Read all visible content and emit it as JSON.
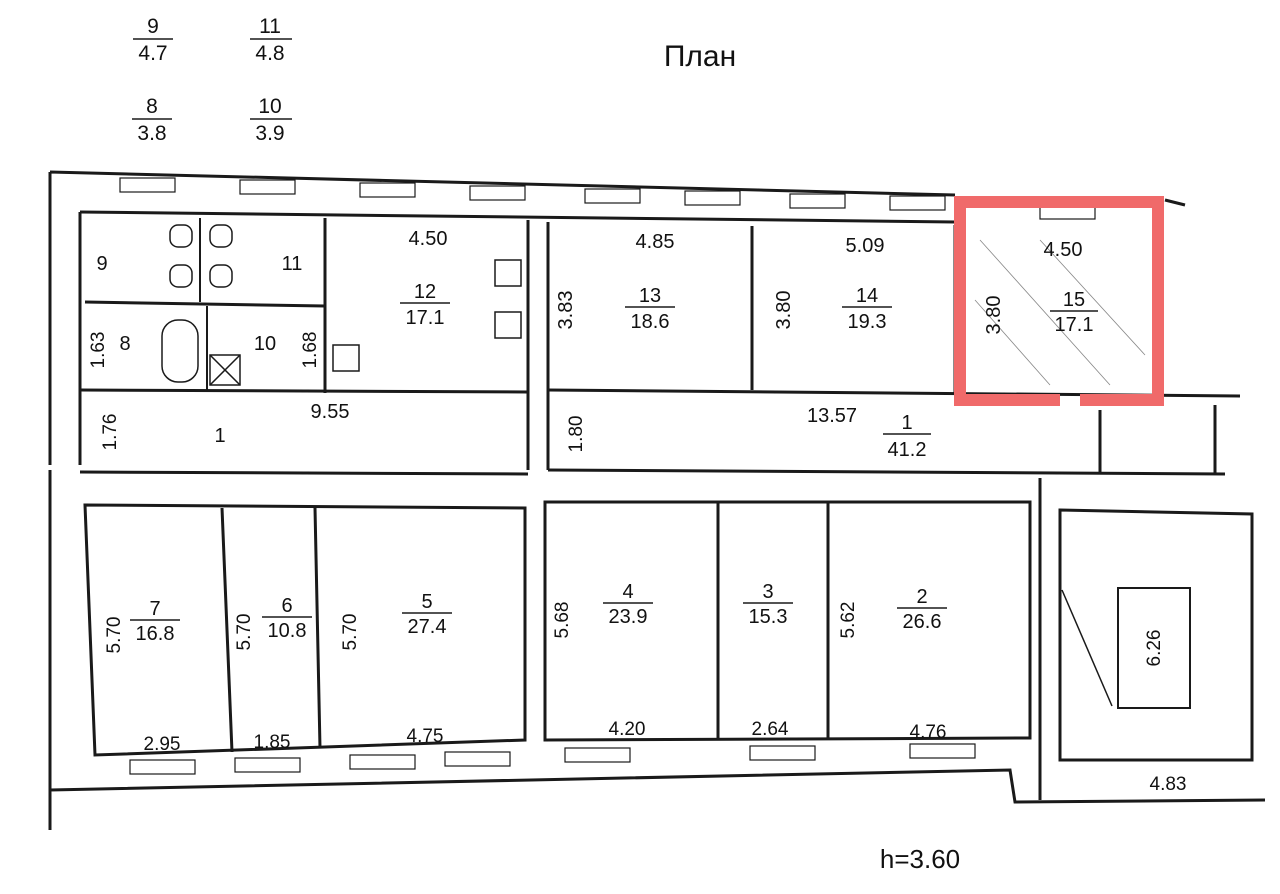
{
  "title": "План",
  "height_note": "h=3.60",
  "colors": {
    "highlight": "#f06a6a",
    "ink": "#1a1a1a",
    "paper": "#ffffff"
  },
  "legend": [
    {
      "number": "9",
      "area": "4.7"
    },
    {
      "number": "11",
      "area": "4.8"
    },
    {
      "number": "8",
      "area": "3.8"
    },
    {
      "number": "10",
      "area": "3.9"
    }
  ],
  "rooms": [
    {
      "number": "1",
      "area": "41.2"
    },
    {
      "number": "2",
      "area": "26.6"
    },
    {
      "number": "3",
      "area": "15.3"
    },
    {
      "number": "4",
      "area": "23.9"
    },
    {
      "number": "5",
      "area": "27.4"
    },
    {
      "number": "6",
      "area": "10.8"
    },
    {
      "number": "7",
      "area": "16.8"
    },
    {
      "number": "12",
      "area": "17.1"
    },
    {
      "number": "13",
      "area": "18.6"
    },
    {
      "number": "14",
      "area": "19.3"
    },
    {
      "number": "15",
      "area": "17.1"
    }
  ],
  "small_rooms": [
    "9",
    "11",
    "8",
    "10",
    "1"
  ],
  "dimensions": {
    "top_12": "4.50",
    "top_13": "4.85",
    "top_14": "5.09",
    "top_15": "4.50",
    "side_13": "3.83",
    "side_14": "3.80",
    "side_15": "3.80",
    "side_8": "1.63",
    "side_10": "1.68",
    "corr_left_len": "9.55",
    "corr_right_len": "13.57",
    "corr_left_w": "1.76",
    "corr_right_w": "1.80",
    "side_7": "5.70",
    "side_6": "5.70",
    "side_5": "5.70",
    "side_4": "5.68",
    "side_2": "5.62",
    "bot_7": "2.95",
    "bot_6": "1.85",
    "bot_5": "4.75",
    "bot_4": "4.20",
    "bot_3": "2.64",
    "bot_2": "4.76",
    "stair_len": "6.26",
    "stair_w": "4.83"
  }
}
